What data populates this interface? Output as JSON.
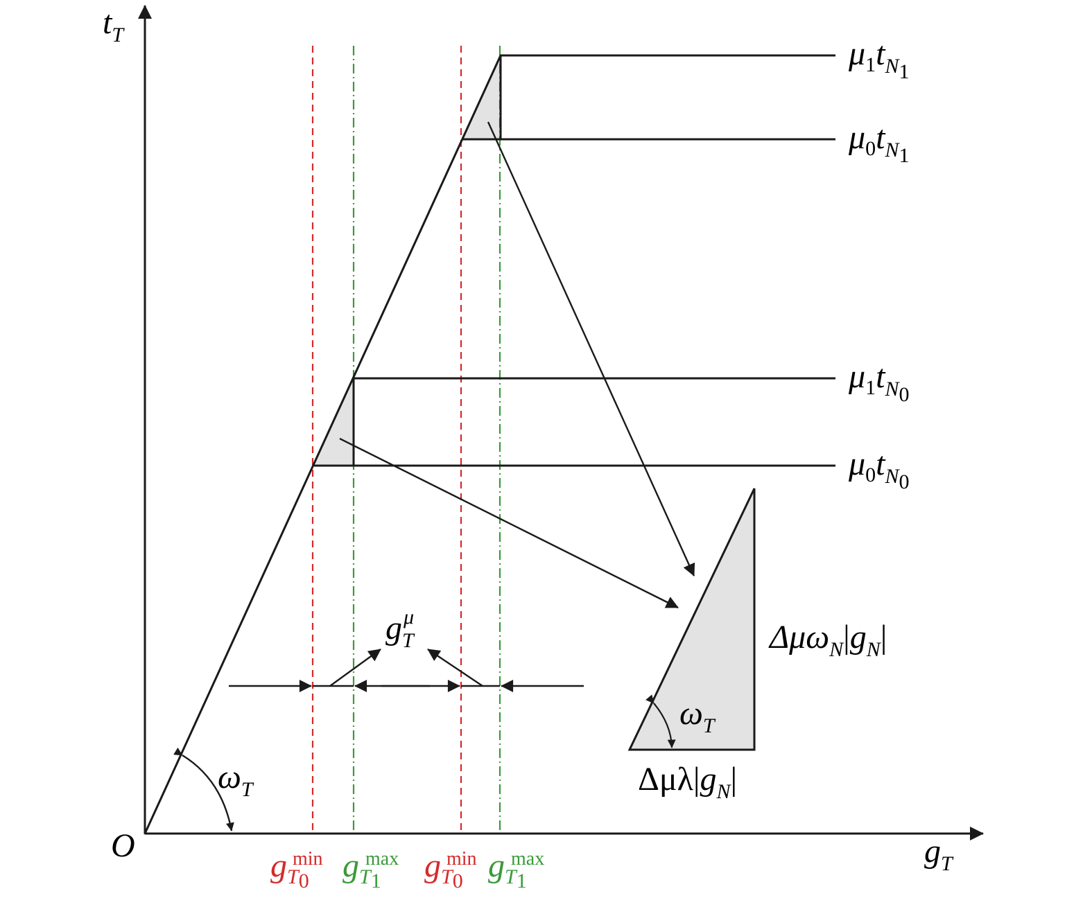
{
  "colors": {
    "line": "#1a1a1a",
    "shade": "#e3e3e3",
    "red": "#d42a2a",
    "green": "#3a9a3a"
  },
  "axes": {
    "origin": "O",
    "y_main": "t",
    "y_sub": "T",
    "x_main": "g",
    "x_sub": "T"
  },
  "levels": [
    {
      "mu": "μ",
      "mu_sub": "1",
      "t": "t",
      "t_sub": "N",
      "t_subsub": "1"
    },
    {
      "mu": "μ",
      "mu_sub": "0",
      "t": "t",
      "t_sub": "N",
      "t_subsub": "1"
    },
    {
      "mu": "μ",
      "mu_sub": "1",
      "t": "t",
      "t_sub": "N",
      "t_subsub": "0"
    },
    {
      "mu": "μ",
      "mu_sub": "0",
      "t": "t",
      "t_sub": "N",
      "t_subsub": "0"
    }
  ],
  "x_ticks": [
    {
      "g": "g",
      "sub": "T",
      "subsub": "0",
      "sup": "min",
      "color": "#d42a2a"
    },
    {
      "g": "g",
      "sub": "T",
      "subsub": "1",
      "sup": "max",
      "color": "#3a9a3a"
    },
    {
      "g": "g",
      "sub": "T",
      "subsub": "0",
      "sup": "min",
      "color": "#d42a2a"
    },
    {
      "g": "g",
      "sub": "T",
      "subsub": "1",
      "sup": "max",
      "color": "#3a9a3a"
    }
  ],
  "angle_label": {
    "omega": "ω",
    "sub": "T"
  },
  "gap_label": {
    "g": "g",
    "sub": "T",
    "sup": "μ"
  },
  "triangle": {
    "vertical_label": {
      "pre": "Δμω",
      "sub1": "N",
      "bar_open": "|",
      "g": "g",
      "sub2": "N",
      "bar_close": "|"
    },
    "horizontal_label": {
      "pre": "Δμλ",
      "bar_open": "|",
      "g": "g",
      "sub": "N",
      "bar_close": "|"
    },
    "angle_label": {
      "omega": "ω",
      "sub": "T"
    }
  }
}
